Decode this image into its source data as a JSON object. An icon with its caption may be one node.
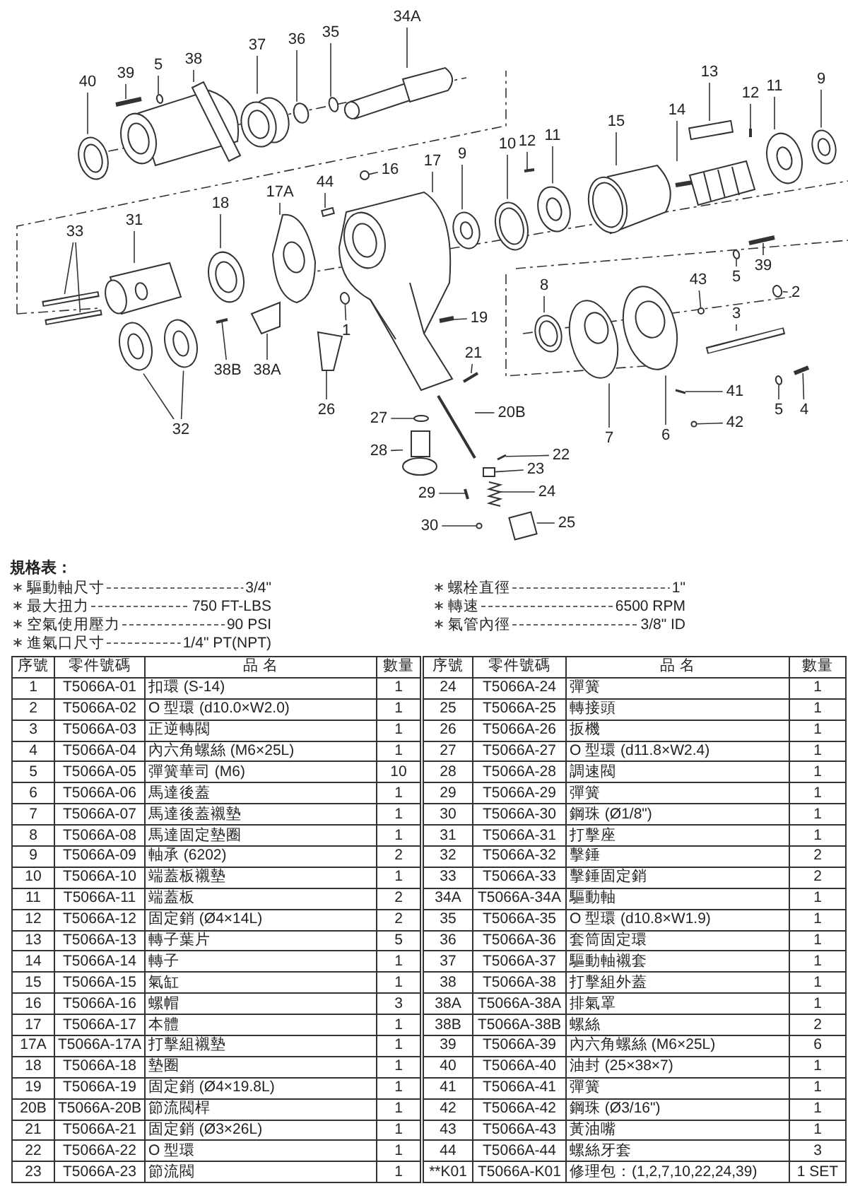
{
  "diagram": {
    "nodes": [
      {
        "text": [
          "34A"
        ]
      },
      {
        "text": [
          "37"
        ]
      },
      {
        "text": [
          "36"
        ]
      },
      {
        "text": [
          "35"
        ]
      },
      {
        "text": [
          "38"
        ]
      },
      {
        "text": [
          "5"
        ]
      },
      {
        "text": [
          "39"
        ]
      },
      {
        "text": [
          "40"
        ]
      },
      {
        "text": [
          "13"
        ]
      },
      {
        "text": [
          "12"
        ]
      },
      {
        "text": [
          "11"
        ]
      },
      {
        "text": [
          "9"
        ]
      },
      {
        "text": [
          "14"
        ]
      },
      {
        "text": [
          "15"
        ]
      },
      {
        "text": [
          "12"
        ]
      },
      {
        "text": [
          "11"
        ]
      },
      {
        "text": [
          "10"
        ]
      },
      {
        "text": [
          "9"
        ]
      },
      {
        "text": [
          "17"
        ]
      },
      {
        "text": [
          "16"
        ]
      },
      {
        "text": [
          "44"
        ]
      },
      {
        "text": [
          "17A"
        ]
      },
      {
        "text": [
          "18"
        ]
      },
      {
        "text": [
          "31"
        ]
      },
      {
        "text": [
          "33"
        ]
      },
      {
        "text": [
          "39"
        ]
      },
      {
        "text": [
          "5"
        ]
      },
      {
        "text": [
          "2"
        ]
      },
      {
        "text": [
          "43"
        ]
      },
      {
        "text": [
          "8"
        ]
      },
      {
        "text": [
          "3"
        ]
      },
      {
        "text": [
          "1"
        ]
      },
      {
        "text": [
          "19"
        ]
      },
      {
        "text": [
          "38B"
        ]
      },
      {
        "text": [
          "38A"
        ]
      },
      {
        "text": [
          "21"
        ]
      },
      {
        "text": [
          "41"
        ]
      },
      {
        "text": [
          "5"
        ]
      },
      {
        "text": [
          "4"
        ]
      },
      {
        "text": [
          "26"
        ]
      },
      {
        "text": [
          "7"
        ]
      },
      {
        "text": [
          "6"
        ]
      },
      {
        "text": [
          "42"
        ]
      },
      {
        "text": [
          "32"
        ]
      },
      {
        "text": [
          "27"
        ]
      },
      {
        "text": [
          "20B"
        ]
      },
      {
        "text": [
          "28"
        ]
      },
      {
        "text": [
          "22"
        ]
      },
      {
        "text": [
          "23"
        ]
      },
      {
        "text": [
          "24"
        ]
      },
      {
        "text": [
          "29"
        ]
      },
      {
        "text": [
          "25"
        ]
      },
      {
        "text": [
          "30"
        ]
      },
      {
        "text": [],
        "shape": "picture"
      },
      {
        "text": [],
        "shape": "circle"
      },
      {
        "text": [],
        "shape": "circle"
      },
      {
        "text": [],
        "shape": "circle"
      },
      {
        "text": [],
        "shape": "picture"
      },
      {
        "text": [],
        "shape": "circle"
      },
      {
        "text": [],
        "shape": "picture"
      },
      {
        "text": [],
        "shape": "picture"
      },
      {
        "text": [],
        "shape": "box"
      },
      {
        "text": [],
        "shape": "picture"
      },
      {
        "text": [],
        "shape": "picture"
      },
      {
        "text": [],
        "shape": "picture"
      },
      {
        "text": [],
        "shape": "picture"
      },
      {
        "text": [],
        "shape": "picture"
      },
      {
        "text": [],
        "shape": "picture"
      },
      {
        "text": [],
        "shape": "picture"
      },
      {
        "text": [],
        "shape": "picture"
      },
      {
        "text": [],
        "shape": "picture"
      },
      {
        "text": [],
        "shape": "picture"
      },
      {
        "text": [],
        "shape": "circle"
      },
      {
        "text": [],
        "shape": "box"
      },
      {
        "text": [],
        "shape": "picture"
      },
      {
        "text": [],
        "shape": "picture"
      },
      {
        "text": [],
        "shape": "picture"
      },
      {
        "text": [],
        "shape": "picture"
      },
      {
        "text": [],
        "shape": "picture"
      },
      {
        "text": [],
        "shape": "picture"
      },
      {
        "text": [],
        "shape": "circle"
      },
      {
        "text": [],
        "shape": "circle"
      },
      {
        "text": [],
        "shape": "circle"
      },
      {
        "text": [],
        "shape": "picture"
      },
      {
        "text": [],
        "shape": "picture"
      },
      {
        "text": [],
        "shape": "circle"
      },
      {
        "text": [],
        "shape": "picture"
      },
      {
        "text": [],
        "shape": "picture"
      },
      {
        "text": [],
        "shape": "picture"
      },
      {
        "text": [],
        "shape": "picture"
      },
      {
        "text": [],
        "shape": "picture"
      },
      {
        "text": [],
        "shape": "circle"
      },
      {
        "text": [],
        "shape": "picture"
      },
      {
        "text": [],
        "shape": "picture"
      },
      {
        "text": [],
        "shape": "picture"
      },
      {
        "text": [],
        "shape": "picture"
      },
      {
        "text": [],
        "shape": "circle"
      },
      {
        "text": [],
        "shape": "picture"
      },
      {
        "text": [],
        "shape": "picture"
      },
      {
        "text": [],
        "shape": "circle"
      },
      {
        "text": [],
        "shape": "picture"
      },
      {
        "text": [],
        "shape": "picture"
      },
      {
        "text": [],
        "shape": "picture"
      },
      {
        "text": [],
        "shape": "box"
      },
      {
        "text": [],
        "shape": "picture"
      },
      {
        "text": [],
        "shape": "picture"
      },
      {
        "text": [],
        "shape": "picture"
      },
      {
        "text": [],
        "shape": "circle"
      },
      {
        "text": [
          "驅動軸尺寸"
        ]
      },
      {
        "text": [
          "3/4\""
        ]
      },
      {
        "text": [
          "螺栓直徑"
        ]
      },
      {
        "text": [
          "1\""
        ]
      },
      {
        "text": [
          "最大扭力"
        ]
      },
      {
        "text": [
          "750 FT-LBS"
        ]
      },
      {
        "text": [
          "轉速"
        ]
      },
      {
        "text": [
          "6500 RPM"
        ]
      },
      {
        "text": [
          "空氣使用壓力"
        ]
      },
      {
        "text": [
          "90 PSI"
        ]
      },
      {
        "text": [
          "氣管內徑"
        ]
      },
      {
        "text": [
          "3/8\" ID"
        ]
      },
      {
        "text": [
          "進氣口尺寸"
        ]
      },
      {
        "text": [
          "1/4\" PT(NPT)"
        ]
      }
    ],
    "edges": [
      {
        "from": 0,
        "to": 53,
        "arrow": "none"
      },
      {
        "from": 1,
        "to": 54,
        "arrow": "none"
      },
      {
        "from": 2,
        "to": 55,
        "arrow": "none"
      },
      {
        "from": 3,
        "to": 56,
        "arrow": "none"
      },
      {
        "from": 4,
        "to": 57,
        "arrow": "none"
      },
      {
        "from": 5,
        "to": 58,
        "arrow": "none"
      },
      {
        "from": 6,
        "to": 59,
        "arrow": "none"
      },
      {
        "from": 7,
        "to": 60,
        "arrow": "none"
      },
      {
        "from": 8,
        "to": 61,
        "arrow": "none"
      },
      {
        "from": 9,
        "to": 62,
        "arrow": "none"
      },
      {
        "from": 10,
        "to": 63,
        "arrow": "none"
      },
      {
        "from": 11,
        "to": 64,
        "arrow": "none"
      },
      {
        "from": 12,
        "to": 65,
        "arrow": "none"
      },
      {
        "from": 13,
        "to": 66,
        "arrow": "none"
      },
      {
        "from": 14,
        "to": 67,
        "arrow": "none"
      },
      {
        "from": 15,
        "to": 68,
        "arrow": "none"
      },
      {
        "from": 16,
        "to": 69,
        "arrow": "none"
      },
      {
        "from": 17,
        "to": 70,
        "arrow": "none"
      },
      {
        "from": 18,
        "to": 71,
        "arrow": "none"
      },
      {
        "from": 19,
        "to": 72,
        "arrow": "none"
      },
      {
        "from": 20,
        "to": 73,
        "arrow": "none"
      },
      {
        "from": 21,
        "to": 74,
        "arrow": "none"
      },
      {
        "from": 22,
        "to": 75,
        "arrow": "none"
      },
      {
        "from": 23,
        "to": 76,
        "arrow": "none"
      },
      {
        "from": 24,
        "to": 77,
        "arrow": "none"
      },
      {
        "from": 24,
        "to": 78,
        "arrow": "none"
      },
      {
        "from": 25,
        "to": 79,
        "arrow": "none"
      },
      {
        "from": 26,
        "to": 80,
        "arrow": "none"
      },
      {
        "from": 27,
        "to": 81,
        "arrow": "none"
      },
      {
        "from": 28,
        "to": 82,
        "arrow": "none"
      },
      {
        "from": 29,
        "to": 83,
        "arrow": "none"
      },
      {
        "from": 30,
        "to": 84,
        "arrow": "none"
      },
      {
        "from": 31,
        "to": 85,
        "arrow": "none"
      },
      {
        "from": 32,
        "to": 86,
        "arrow": "none"
      },
      {
        "from": 33,
        "to": 87,
        "arrow": "none"
      },
      {
        "from": 34,
        "to": 88,
        "arrow": "none"
      },
      {
        "from": 35,
        "to": 89,
        "arrow": "none"
      },
      {
        "from": 36,
        "to": 90,
        "arrow": "none"
      },
      {
        "from": 37,
        "to": 91,
        "arrow": "none"
      },
      {
        "from": 38,
        "to": 92,
        "arrow": "none"
      },
      {
        "from": 39,
        "to": 93,
        "arrow": "none"
      },
      {
        "from": 40,
        "to": 94,
        "arrow": "none"
      },
      {
        "from": 41,
        "to": 95,
        "arrow": "none"
      },
      {
        "from": 42,
        "to": 96,
        "arrow": "none"
      },
      {
        "from": 43,
        "to": 97,
        "arrow": "none"
      },
      {
        "from": 43,
        "to": 98,
        "arrow": "none"
      },
      {
        "from": 44,
        "to": 99,
        "arrow": "none"
      },
      {
        "from": 45,
        "to": 100,
        "arrow": "none"
      },
      {
        "from": 46,
        "to": 101,
        "arrow": "none"
      },
      {
        "from": 47,
        "to": 102,
        "arrow": "none"
      },
      {
        "from": 48,
        "to": 103,
        "arrow": "none"
      },
      {
        "from": 49,
        "to": 104,
        "arrow": "none"
      },
      {
        "from": 50,
        "to": 105,
        "arrow": "none"
      },
      {
        "from": 51,
        "to": 106,
        "arrow": "none"
      },
      {
        "from": 52,
        "to": 107,
        "arrow": "none"
      },
      {
        "from": 108,
        "to": 109,
        "arrow": "none",
        "style": "dashed"
      },
      {
        "from": 110,
        "to": 111,
        "arrow": "none",
        "style": "dashed"
      },
      {
        "from": 112,
        "to": 113,
        "arrow": "none",
        "style": "dashed"
      },
      {
        "from": 114,
        "to": 115,
        "arrow": "none",
        "style": "dashed"
      },
      {
        "from": 116,
        "to": 117,
        "arrow": "none",
        "style": "dashed"
      },
      {
        "from": 118,
        "to": 119,
        "arrow": "none",
        "style": "dashed"
      },
      {
        "from": 120,
        "to": 121,
        "arrow": "none",
        "style": "dashed"
      }
    ],
    "labels": [
      "規格表：",
      "序號",
      "零件號碼",
      "品 名",
      "數量",
      "序號",
      "零件號碼",
      "品 名",
      "數量",
      "1",
      "T5066A-01",
      "扣環 (S-14)",
      "1",
      "24",
      "T5066A-24",
      "彈簧",
      "1",
      "2",
      "T5066A-02",
      "O 型環 (d10.0×W2.0)",
      "1",
      "25",
      "T5066A-25",
      "轉接頭",
      "1",
      "3",
      "T5066A-03",
      "正逆轉閥",
      "1",
      "26",
      "T5066A-26",
      "扳機",
      "1",
      "4",
      "T5066A-04",
      "內六角螺絲 (M6×25L)",
      "1",
      "27",
      "T5066A-27",
      "O 型環 (d11.8×W2.4)",
      "1",
      "5",
      "T5066A-05",
      "彈簧華司 (M6)",
      "10",
      "28",
      "T5066A-28",
      "調速閥",
      "1",
      "6",
      "T5066A-06",
      "馬達後蓋",
      "1",
      "29",
      "T5066A-29",
      "彈簧",
      "1",
      "7",
      "T5066A-07",
      "馬達後蓋襯墊",
      "1",
      "30",
      "T5066A-30",
      "鋼珠 (Ø1/8\")",
      "1",
      "8",
      "T5066A-08",
      "馬達固定墊圈",
      "1",
      "31",
      "T5066A-31",
      "打擊座",
      "1",
      "9",
      "T5066A-09",
      "軸承 (6202)",
      "2",
      "32",
      "T5066A-32",
      "擊錘",
      "2",
      "10",
      "T5066A-10",
      "端蓋板襯墊",
      "1",
      "33",
      "T5066A-33",
      "擊錘固定銷",
      "2",
      "11",
      "T5066A-11",
      "端蓋板",
      "2",
      "34A",
      "T5066A-34A",
      "驅動軸",
      "1",
      "12",
      "T5066A-12",
      "固定銷 (Ø4×14L)",
      "2",
      "35",
      "T5066A-35",
      "O 型環 (d10.8×W1.9)",
      "1",
      "13",
      "T5066A-13",
      "轉子葉片",
      "5",
      "36",
      "T5066A-36",
      "套筒固定環",
      "1",
      "14",
      "T5066A-14",
      "轉子",
      "1",
      "37",
      "T5066A-37",
      "驅動軸襯套",
      "1",
      "15",
      "T5066A-15",
      "氣缸",
      "1",
      "38",
      "T5066A-38",
      "打擊組外蓋",
      "1",
      "16",
      "T5066A-16",
      "螺帽",
      "3",
      "38A",
      "T5066A-38A",
      "排氣罩",
      "1",
      "17",
      "T5066A-17",
      "本體",
      "1",
      "38B",
      "T5066A-38B",
      "螺絲",
      "2",
      "17A",
      "T5066A-17A",
      "打擊組襯墊",
      "1",
      "39",
      "T5066A-39",
      "內六角螺絲 (M6×25L)",
      "6",
      "18",
      "T5066A-18",
      "墊圈",
      "1",
      "40",
      "T5066A-40",
      "油封 (25×38×7)",
      "1",
      "19",
      "T5066A-19",
      "固定銷 (Ø4×19.8L)",
      "1",
      "41",
      "T5066A-41",
      "彈簧",
      "1",
      "20B",
      "T5066A-20B",
      "節流閥桿",
      "1",
      "42",
      "T5066A-42",
      "鋼珠 (Ø3/16\")",
      "1",
      "21",
      "T5066A-21",
      "固定銷 (Ø3×26L)",
      "1",
      "43",
      "T5066A-43",
      "黃油嘴",
      "1",
      "22",
      "T5066A-22",
      "O 型環",
      "1",
      "44",
      "T5066A-44",
      "螺絲牙套",
      "3",
      "23",
      "T5066A-23",
      "節流閥",
      "1",
      "**K01",
      "T5066A-K01",
      "修理包：(1,2,7,10,22,24,39)",
      "1 SET"
    ]
  }
}
